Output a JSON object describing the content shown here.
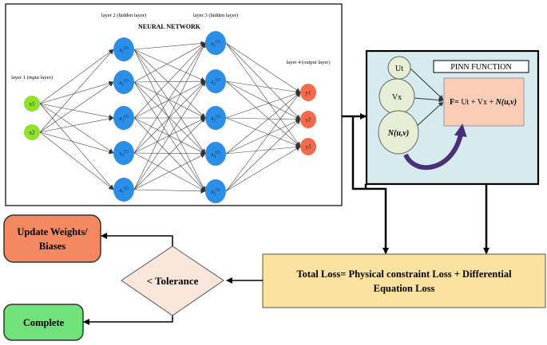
{
  "neural_network": {
    "title": "NEURAL NETWORK",
    "layers": [
      {
        "label": "layer 1 (input layer)",
        "nodes": [
          "x1",
          "x2"
        ]
      },
      {
        "label": "layer 2 (hidden layer)",
        "nodes": [
          "a1(2)",
          "a2(2)",
          "a3(2)",
          "a4(2)",
          "a5(2)"
        ]
      },
      {
        "label": "layer 3 (hidden layer)",
        "nodes": [
          "a1(3)",
          "a2(3)",
          "a3(3)",
          "a4(3)",
          "a5(3)"
        ]
      },
      {
        "label": "layer 4 (output layer)",
        "nodes": [
          "y1",
          "y2",
          "y3"
        ]
      }
    ],
    "node_text": {
      "x1": "x1",
      "x2": "x2",
      "h2": [
        [
          "a",
          [
            "1",
            "(2)"
          ]
        ],
        [
          "a",
          [
            "2",
            "(2)"
          ]
        ],
        [
          "a",
          [
            "3",
            "(2)"
          ]
        ],
        [
          "a",
          [
            "4",
            "(2)"
          ]
        ],
        [
          "a",
          [
            "5",
            "(2)"
          ]
        ]
      ],
      "h3": [
        [
          "a",
          [
            "1",
            "(3)"
          ]
        ],
        [
          "a",
          [
            "2",
            "(3)"
          ]
        ],
        [
          "a",
          [
            "3",
            "(3)"
          ]
        ],
        [
          "a",
          [
            "4",
            "(3)"
          ]
        ],
        [
          "a",
          [
            "5",
            "(3)"
          ]
        ]
      ],
      "y1": "y1",
      "y2": "y2",
      "y3": "y3"
    }
  },
  "pinn": {
    "title": "PINN FUNCTION",
    "ut": "Ut",
    "vx": "Vx",
    "n_func": "N(u,v)",
    "formula_prefix": "F= ",
    "formula_ut": "Ut",
    "formula_plus1": " + ",
    "formula_vx": "Vx",
    "formula_plus2": " + ",
    "formula_n": "N(u,v)"
  },
  "loss_box": {
    "line1": "Total Loss= Physical constraint Loss + Differential",
    "line2": "Equation Loss"
  },
  "decision": {
    "label": "< Tolerance"
  },
  "update_box": {
    "line1": "Update Weights/",
    "line2": "Biases"
  },
  "complete_box": {
    "label": "Complete"
  },
  "colors": {
    "input_node": "#8fe22a",
    "hidden_node": "#2b8fe8",
    "output_node": "#f36a4c",
    "pinn_panel": "#d6ebee",
    "pinn_circle": "#e6efd5",
    "formula_box": "#fbcdb6",
    "loss_box": "#fbe29f",
    "decision": "#fbe6dc",
    "update_box": "#f48861",
    "complete_box": "#71e27a",
    "curved_arrow": "#4b2f7a"
  }
}
